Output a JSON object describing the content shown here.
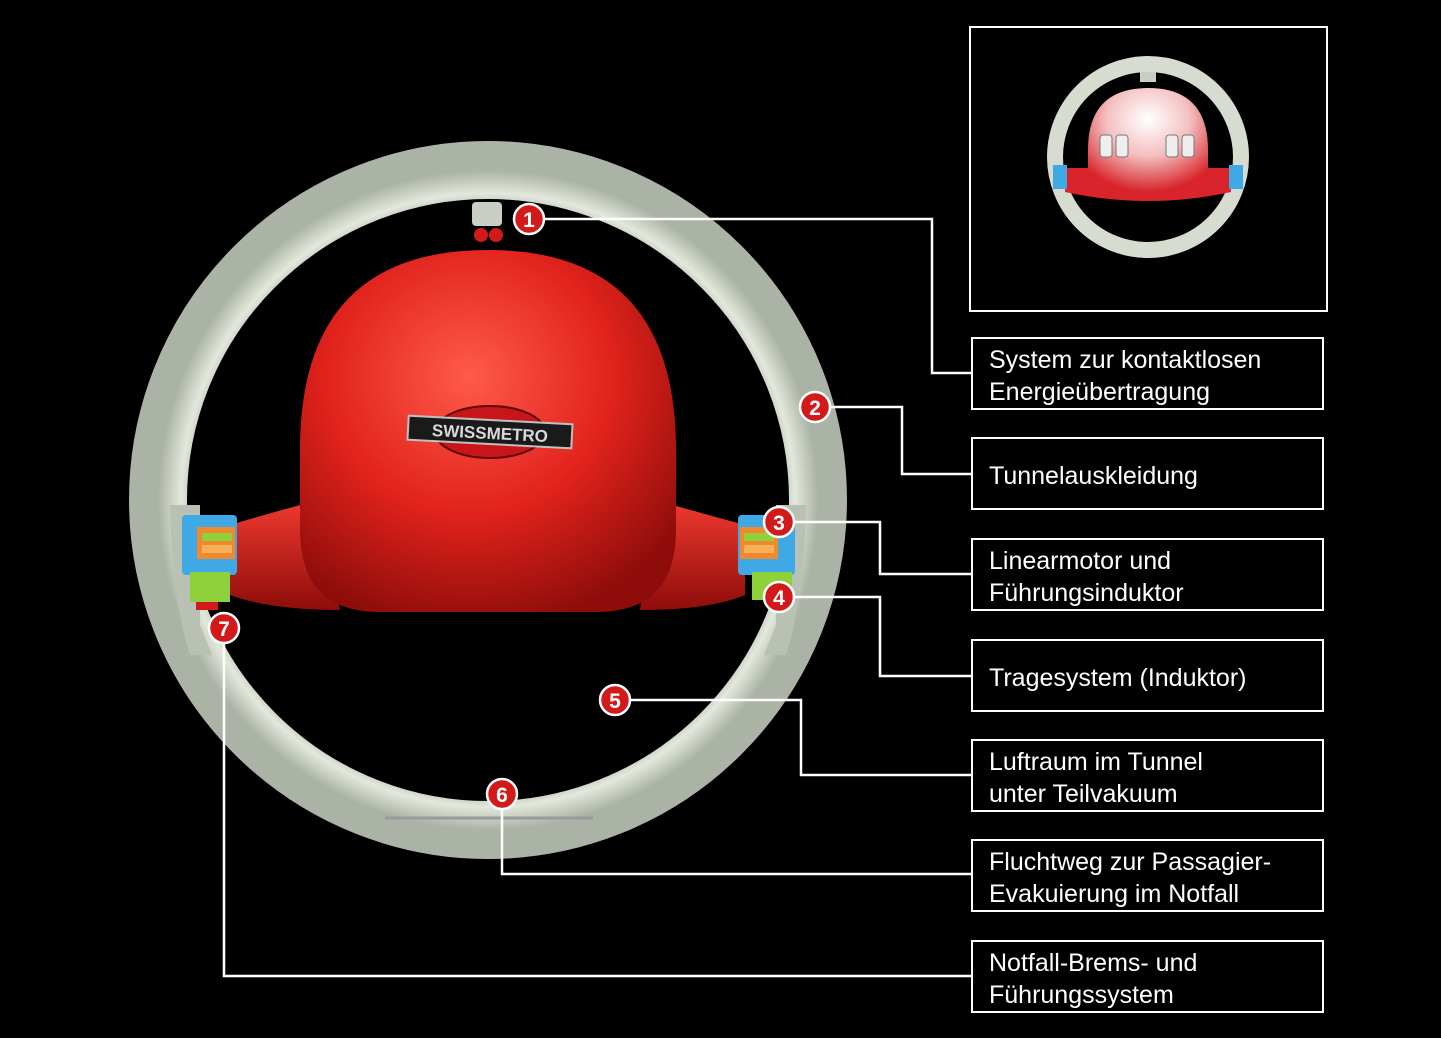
{
  "logo_text": "SWISSMETRO",
  "colors": {
    "background": "#000000",
    "tunnel_ring": "#d6ddd0",
    "vehicle_red": "#e0221c",
    "marker_red": "#d31a1a",
    "leader_line": "#ffffff",
    "magnet_blue": "#3fa9e6",
    "inductor_green": "#8fd13a",
    "coil_orange": "#f08a2c"
  },
  "callouts": [
    {
      "number": "1",
      "line1": "System zur kontaktlosen",
      "line2": "Energieübertragung"
    },
    {
      "number": "2",
      "line1": "Tunnelauskleidung",
      "line2": ""
    },
    {
      "number": "3",
      "line1": "Linearmotor und",
      "line2": "Führungsinduktor"
    },
    {
      "number": "4",
      "line1": "Tragesystem (Induktor)",
      "line2": ""
    },
    {
      "number": "5",
      "line1": "Luftraum im Tunnel",
      "line2": "unter Teilvakuum"
    },
    {
      "number": "6",
      "line1": "Fluchtweg zur Passagier-",
      "line2": "Evakuierung im Notfall"
    },
    {
      "number": "7",
      "line1": "Notfall-Brems- und",
      "line2": "Führungssystem"
    }
  ]
}
